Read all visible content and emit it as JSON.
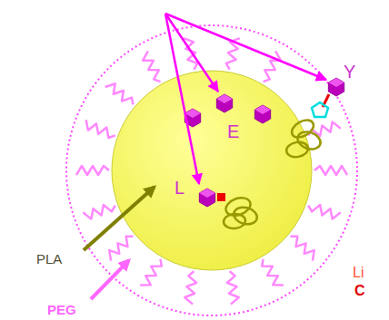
{
  "diagram": {
    "labels": [
      "E",
      "L",
      "Y",
      "PLA",
      "PEG",
      "Li",
      "C"
    ]
  }
}
